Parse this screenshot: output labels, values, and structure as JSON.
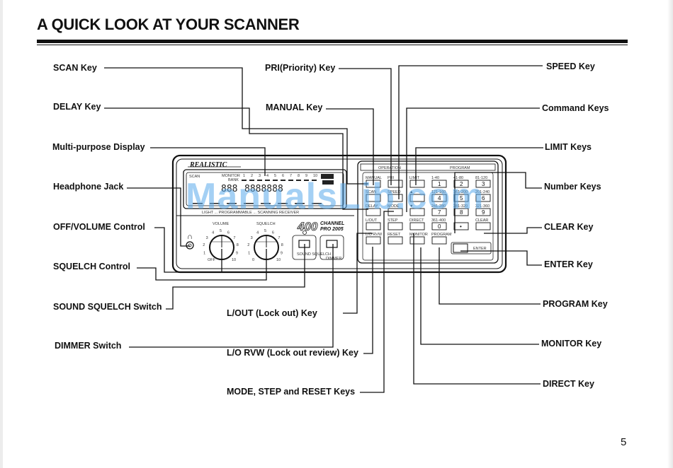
{
  "page": {
    "title": "A QUICK LOOK AT YOUR SCANNER",
    "page_number": "5",
    "watermark": "ManualsLib.com"
  },
  "callouts_left": [
    {
      "id": "scan",
      "label": "SCAN Key"
    },
    {
      "id": "delay",
      "label": "DELAY Key"
    },
    {
      "id": "display",
      "label": "Multi-purpose Display"
    },
    {
      "id": "headphone",
      "label": "Headphone Jack"
    },
    {
      "id": "volume",
      "label": "OFF/VOLUME Control"
    },
    {
      "id": "squelch",
      "label": "SQUELCH Control"
    },
    {
      "id": "sound-squelch",
      "label": "SOUND SQUELCH Switch"
    },
    {
      "id": "dimmer",
      "label": "DIMMER Switch"
    }
  ],
  "callouts_center": [
    {
      "id": "pri",
      "label": "PRI(Priority) Key"
    },
    {
      "id": "manual",
      "label": "MANUAL Key"
    },
    {
      "id": "lout",
      "label": "L/OUT (Lock out) Key"
    },
    {
      "id": "lorvw",
      "label": "L/O RVW (Lock out review) Key"
    },
    {
      "id": "mode",
      "label": "MODE, STEP and RESET Keys"
    }
  ],
  "callouts_right": [
    {
      "id": "speed",
      "label": "SPEED Key"
    },
    {
      "id": "command",
      "label": "Command Keys"
    },
    {
      "id": "limit",
      "label": "LIMIT Keys"
    },
    {
      "id": "number",
      "label": "Number Keys"
    },
    {
      "id": "clear",
      "label": "CLEAR Key"
    },
    {
      "id": "enter",
      "label": "ENTER Key"
    },
    {
      "id": "program",
      "label": "PROGRAM Key"
    },
    {
      "id": "monitor",
      "label": "MONITOR Key"
    },
    {
      "id": "direct",
      "label": "DIRECT Key"
    }
  ],
  "scanner": {
    "brand": "REALISTIC",
    "model_big": "400",
    "model_channel": "CHANNEL",
    "model_name": "PRO 2005",
    "lcd_modes": [
      "SCAN",
      "MONITOR",
      "BANK"
    ],
    "lcd_bank_numbers": [
      "1",
      "2",
      "3",
      "4",
      "5",
      "6",
      "7",
      "8",
      "9",
      "10"
    ],
    "lcd_digits_left": "888",
    "lcd_digits_right": "8888888",
    "lcd_strip_text": "LIGHT ... PROGRAMMABLE ... SCANNING RECEIVER",
    "knob_volume_label": "VOLUME",
    "knob_squelch_label": "SQUELCH",
    "volume_scale": [
      "OFF",
      "1",
      "2",
      "3",
      "4",
      "5",
      "6",
      "7",
      "8",
      "9",
      "10"
    ],
    "squelch_scale": [
      "0",
      "1",
      "2",
      "3",
      "4",
      "5",
      "6",
      "7",
      "8",
      "9",
      "10"
    ],
    "switch_sound_label": "SOUND SQUELCH",
    "switch_dimmer_label": "DIMMER",
    "section_operation": "OPERATION",
    "section_program": "PROGRAM",
    "keys": [
      {
        "top": "MANUAL",
        "face": ""
      },
      {
        "top": "PRI",
        "face": ""
      },
      {
        "top": "LIMIT",
        "face": ""
      },
      {
        "top": "1-40",
        "face": "1"
      },
      {
        "top": "41-80",
        "face": "2"
      },
      {
        "top": "81-120",
        "face": "3"
      },
      {
        "top": "SCAN",
        "face": ""
      },
      {
        "top": "SPEED",
        "face": ""
      },
      {
        "top": "▲",
        "face": ""
      },
      {
        "top": "121-160",
        "face": "4"
      },
      {
        "top": "161-200",
        "face": "5"
      },
      {
        "top": "201-240",
        "face": "6"
      },
      {
        "top": "DELAY",
        "face": ""
      },
      {
        "top": "MODE",
        "face": ""
      },
      {
        "top": "▼",
        "face": ""
      },
      {
        "top": "241-280",
        "face": "7"
      },
      {
        "top": "281-320",
        "face": "8"
      },
      {
        "top": "321-360",
        "face": "9"
      },
      {
        "top": "L/OUT",
        "face": ""
      },
      {
        "top": "STEP",
        "face": ""
      },
      {
        "top": "DIRECT",
        "face": ""
      },
      {
        "top": "361-400",
        "face": "0"
      },
      {
        "top": "",
        "face": "•"
      },
      {
        "top": "CLEAR",
        "face": ""
      },
      {
        "top": "L/O RVW",
        "face": ""
      },
      {
        "top": "RESET",
        "face": ""
      },
      {
        "top": "MONITOR",
        "face": ""
      },
      {
        "top": "PROGRAM",
        "face": ""
      }
    ],
    "enter_label": "ENTER"
  }
}
